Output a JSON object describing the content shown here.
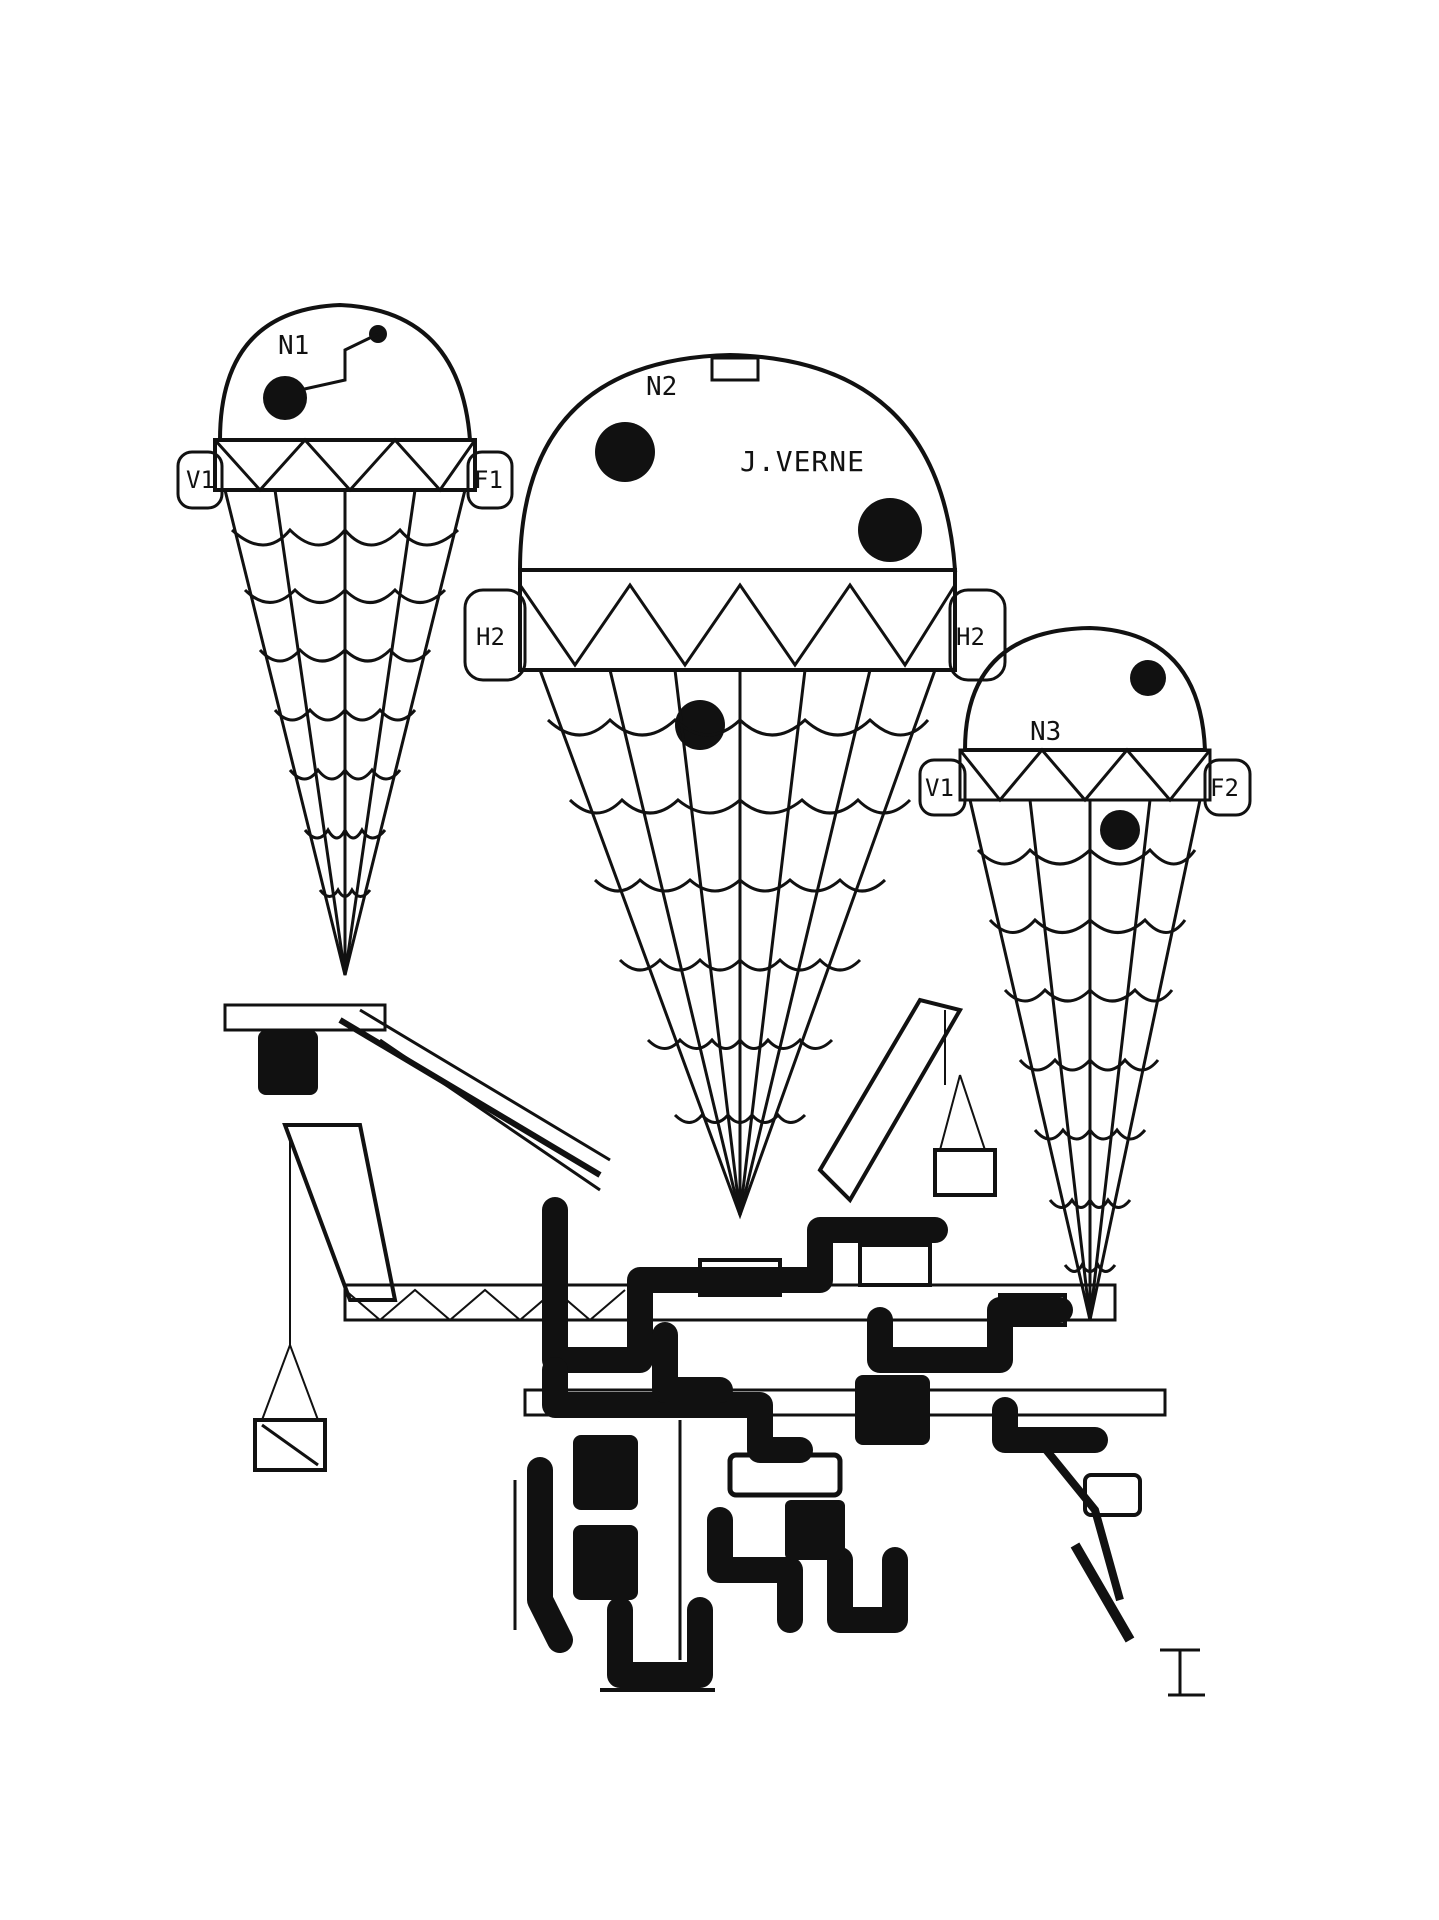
{
  "artwork": {
    "background": "#ffffff",
    "ink": "#111111",
    "balloons": [
      {
        "label": "N1",
        "pods": [
          "V1",
          "F1"
        ]
      },
      {
        "label": "N2",
        "name": "J.VERNE",
        "pods": [
          "H2",
          "H2"
        ]
      },
      {
        "label": "N3",
        "pods": [
          "V1",
          "F2"
        ]
      }
    ],
    "signature": "I"
  }
}
